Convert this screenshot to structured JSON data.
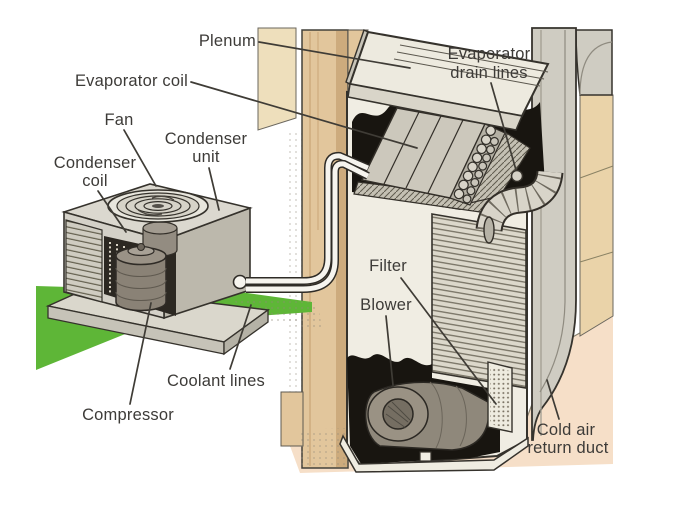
{
  "diagram": {
    "type": "cutaway-illustration",
    "subject": "central air conditioning system",
    "labels": {
      "plenum": "Plenum",
      "evaporator_coil": "Evaporator coil",
      "fan": "Fan",
      "condenser_unit_line1": "Condenser",
      "condenser_unit_line2": "unit",
      "condenser_coil_line1": "Condenser",
      "condenser_coil_line2": "coil",
      "evaporator_drain_line1": "Evaporator",
      "evaporator_drain_line2": "drain lines",
      "filter": "Filter",
      "blower": "Blower",
      "coolant_lines": "Coolant lines",
      "compressor": "Compressor",
      "cold_air_line1": "Cold air",
      "cold_air_line2": "return duct"
    },
    "colors": {
      "background": "#ffffff",
      "outline": "#35322c",
      "label_text": "#3d3b38",
      "grass_green": "#5eb637",
      "wall_tan": "#e2c69c",
      "wall_tan_light": "#eedfbc",
      "right_wall_tan": "#ead3a9",
      "floor_peach": "#f6dfc8",
      "metal_light": "#f0ede3",
      "metal_mid": "#d6d3c8",
      "metal_dark": "#8a8276",
      "cutaway_black": "#181510"
    }
  }
}
